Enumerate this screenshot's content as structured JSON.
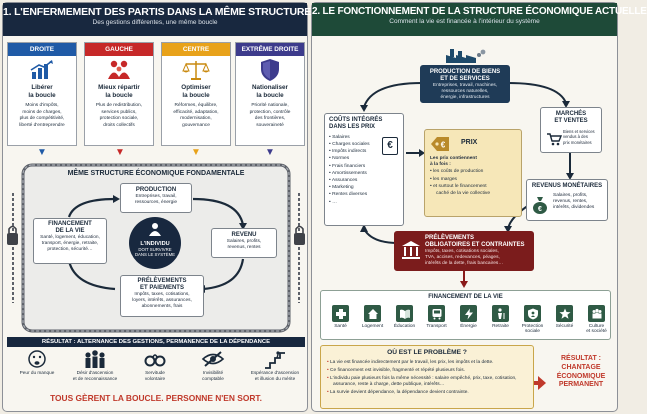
{
  "left": {
    "title": "1. L'ENFERMEMENT DES PARTIS DANS LA MÊME STRUCTURE",
    "subtitle": "Des gestions différentes, une même boucle",
    "parties": [
      {
        "name": "DROITE",
        "color": "#1f5aa6",
        "icon": "chart-up-icon",
        "title": "Libérer\nla boucle",
        "text": "Moins d'impôts,\nmoins de charges,\nplus de compétitivité,\nliberté d'entreprendre"
      },
      {
        "name": "GAUCHE",
        "color": "#c62828",
        "icon": "people-icon",
        "title": "Mieux répartir\nla boucle",
        "text": "Plus de redistribution,\nservices publics,\nprotection sociale,\ndroits collectifs"
      },
      {
        "name": "CENTRE",
        "color": "#e8a21a",
        "icon": "balance-scale-icon",
        "title": "Optimiser\nla boucle",
        "text": "Réformes, équilibre,\nefficacité, adaptation,\nmodernisation,\ngouvernance"
      },
      {
        "name": "EXTRÊME DROITE",
        "color": "#3d3b8c",
        "icon": "shield-icon",
        "title": "Nationaliser\nla boucle",
        "text": "Priorité nationale,\nprotection, contrôle\ndes frontières,\nsouveraineté"
      }
    ],
    "structure_title": "MÊME STRUCTURE ÉCONOMIQUE FONDAMENTALE",
    "production": {
      "title": "PRODUCTION",
      "text": "Entreprises, travail,\nressources, énergie"
    },
    "revenu": {
      "title": "REVENU",
      "text": "Salaires, profits,\nrevenus, rentes"
    },
    "prelevements": {
      "title": "PRÉLÈVEMENTS\nET PAIEMENTS",
      "text": "Impôts, taxes, cotisations,\nloyers, intérêts, assurances,\nabonnements, frais"
    },
    "financement": {
      "title": "FINANCEMENT\nDE LA VIE",
      "text": "Santé, logement, éducation,\ntransport, énergie, retraite,\nprotection, sécurité…"
    },
    "center": {
      "title": "L'INDIVIDU",
      "text": "DOIT SURVIVRE\nDANS LE SYSTÈME"
    },
    "result_title": "RÉSULTAT : ALTERNANCE DES GESTIONS, PERMANENCE DE LA DÉPENDANCE",
    "results": [
      {
        "icon": "fearful-face-icon",
        "label": "Peur du manque"
      },
      {
        "icon": "crowd-icon",
        "label": "Désir d'ascension\net de reconnaissance"
      },
      {
        "icon": "handcuffs-icon",
        "label": "Servitude\nvolontaire"
      },
      {
        "icon": "crossed-eye-icon",
        "label": "Invisibilité\ncomptable"
      },
      {
        "icon": "stairs-icon",
        "label": "Espérance d'ascension\net illusion du mérite"
      }
    ],
    "footer": "TOUS GÈRENT LA BOUCLE. PERSONNE N'EN SORT."
  },
  "right": {
    "title": "2. LE FONCTIONNEMENT DE LA STRUCTURE ÉCONOMIQUE ACTUELLE",
    "subtitle": "Comment la vie est financée à l'intérieur du système",
    "production": {
      "title": "PRODUCTION DE BIENS\nET DE SERVICES",
      "text": "Entreprises, travail, machines,\nressources naturelles,\nénergie, infrastructures"
    },
    "couts": {
      "title": "COÛTS INTÉGRÉS\nDANS LES PRIX",
      "items": [
        "Salaires",
        "Charges sociales",
        "Impôts indirects",
        "Normes",
        "Frais financiers",
        "Amortissements",
        "Assurances",
        "Marketing",
        "Rentes diverses",
        "…"
      ]
    },
    "marches": {
      "title": "MARCHÉS\nET VENTES",
      "text": "Biens et services\nvendus à des\nprix monétaires"
    },
    "prix": {
      "title": "PRIX",
      "lead": "Les prix contiennent\nà la fois :",
      "lines": [
        "les coûts de production",
        "les marges",
        "et surtout le financement\ncaché de la vie collective"
      ]
    },
    "revenus": {
      "title": "REVENUS MONÉTAIRES",
      "text": "Salaires, profits,\nrevenus, rentes,\nintérêts, dividendes"
    },
    "prelev": {
      "title": "PRÉLÈVEMENTS\nOBLIGATOIRES ET CONTRAINTES",
      "text": "Impôts, taxes, cotisations sociales,\nTVA, accises, redevances, péages,\nintérêts de la dette, frais bancaires…"
    },
    "financement_title": "FINANCEMENT DE LA VIE",
    "financement_items": [
      {
        "icon": "medical-cross-icon",
        "label": "Santé"
      },
      {
        "icon": "house-icon",
        "label": "Logement"
      },
      {
        "icon": "book-icon",
        "label": "Éducation"
      },
      {
        "icon": "bus-icon",
        "label": "Transport"
      },
      {
        "icon": "lightning-icon",
        "label": "Énergie"
      },
      {
        "icon": "elderly-person-icon",
        "label": "Retraite"
      },
      {
        "icon": "family-shield-icon",
        "label": "Protection\nsociale"
      },
      {
        "icon": "police-badge-icon",
        "label": "Sécurité"
      },
      {
        "icon": "group-icon",
        "label": "Culture\net société"
      }
    ],
    "problem_title": "OÙ EST LE PROBLÈME ?",
    "problems": [
      "La vie est financée indirectement par le travail, les prix, les impôts et la dette.",
      "Ce financement est invisible, fragmenté et répété plusieurs fois.",
      "L'individu paie plusieurs fois la même nécessité : salaire empêché, prix, taxe, cotisation, assurance, reste à charge, dette publique, intérêts…",
      "La survie devient dépendance, la dépendance devient contrainte."
    ],
    "result": "RÉSULTAT :\nCHANTAGE\nÉCONOMIQUE\nPERMANENT"
  },
  "colors": {
    "navy": "#18283f",
    "green": "#1e4a38",
    "red": "#c0392b",
    "gold": "#f6e7b8"
  }
}
